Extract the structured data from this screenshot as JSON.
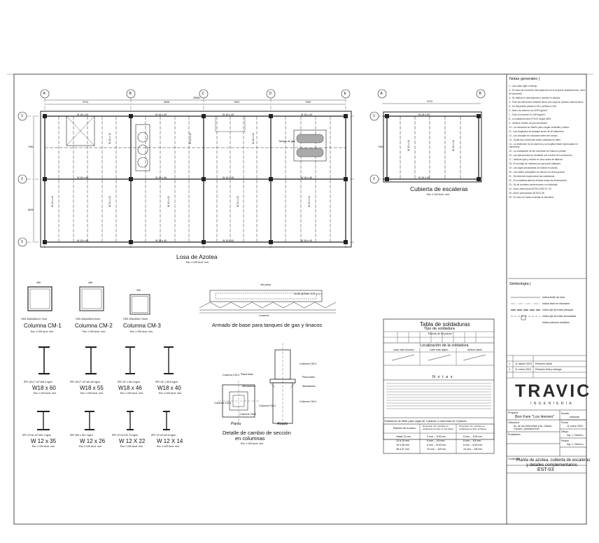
{
  "plan": {
    "main_title": "Losa de Azotea",
    "stair_title": "Cubierta de escaleras",
    "scale_note": "Esc 1:100 Acot. mm.",
    "axes_letters": [
      "A",
      "B",
      "C",
      "D",
      "E"
    ],
    "stair_axes_letters": [
      "A",
      "B"
    ],
    "axes_numbers": [
      "1",
      "2",
      "3"
    ],
    "dims_top": [
      "9724",
      "4636",
      "7600",
      "7000"
    ],
    "dim_overall": "28960",
    "stair_dim": "9724",
    "dims_side": [
      "7962",
      "8000"
    ],
    "stair_side_dim": "7962",
    "beam_labels": [
      "W 18 x 40",
      "W 12 x 22",
      "W 18 x 46",
      "W 12 x 14",
      "W 18 x 55",
      "W 18 x 60"
    ],
    "tank_label": "Tanque de gas"
  },
  "columns": [
    {
      "spec": "HSS 406x406x12.7mm.",
      "name": "Columna CM-1",
      "scale": "Esc 1:100 Acot. mm.",
      "dim": "406"
    },
    {
      "spec": "HSS 406x406x9.5mm.",
      "name": "Columna CM-2",
      "scale": "Esc 1:100 Acot. mm.",
      "dim": "406"
    },
    {
      "spec": "HSS 305x305x7.9mm",
      "name": "Columna CM-3",
      "scale": "Esc 1:100 Acot. mm.",
      "dim": "305"
    }
  ],
  "beams_row1": [
    {
      "spec": "IPR 18\"x7 1/2\"x89.2 kg/m",
      "name": "W18 x 60",
      "scale": "Esc 1:100 Acot. mm."
    },
    {
      "spec": "IPR 18\"x7 1/2\"x81.84 kg/m",
      "name": "W18 x 55",
      "scale": "Esc 1:100 Acot. mm."
    },
    {
      "spec": "IPR 18\" x 68.4 kg/m",
      "name": "W18 x 46",
      "scale": "Esc 1:100 Acot. mm."
    },
    {
      "spec": "IPR 18\" x 59.8 kg/m",
      "name": "W18 x 40",
      "scale": "Esc 1:100 Acot. mm."
    }
  ],
  "beams_row2": [
    {
      "spec": "IPR 12\"x6 1/2\"x52.1 kg/m",
      "name": "W 12 x 35",
      "scale": "Esc 1:100 Acot. mm."
    },
    {
      "spec": "IPR 305 x 38.7 kg/m",
      "name": "W 12 x 26",
      "scale": "Esc 1:100 Acot. mm."
    },
    {
      "spec": "IPR 12\"x4\"x32.74 kg/m",
      "name": "W 12 X 22",
      "scale": "Esc 1:100 Acot. mm."
    },
    {
      "spec": "IPR 12\"x4\"x20.8 kg/m",
      "name": "W 12 X 14",
      "scale": "Esc 1:100 Acot. mm."
    }
  ],
  "tank_base": {
    "title": "Armado de base para tanques de gas y tinacos",
    "beam_note": "Var plana",
    "rebar_note": "16.80 @20cm. A.S. y A.I.",
    "bottom_note": "Losacero"
  },
  "section_change": {
    "title": "Detalle de cambio de sección",
    "title2": "en columnas",
    "scale": "Esc 1:100 Acot. mm.",
    "plan_label": "Planta",
    "elev_label": "Alzado",
    "labels": [
      "Columna CM-3",
      "Columna CM-2",
      "Columna CM-3",
      "Columna CM-2",
      "Placa base",
      "Placa base",
      "Atiesadores",
      "Atiesadores",
      "Columna CM-3",
      "Columna CM-2"
    ]
  },
  "weld_table": {
    "title": "Tabla de soldaduras",
    "subtitle": "Tipo de soldadura",
    "symbols_label": "Ranura de los planos",
    "location_title": "Localización de la soldadura",
    "side_labels": [
      "Lado más cercano",
      "Lado más lejano",
      "Ambos lados"
    ],
    "notes_title": "N o t a s",
    "rails_title": "Soldadura de filete para vigas de 3 placas ó columnas de 4 placas",
    "rails_headers": [
      "Espesor de la placa",
      "Dimensión mín. del filete en soldaduras de filete (1 solo filete)",
      "Dimensión mín. del filete en soldaduras de filete (2 filetes)"
    ],
    "rails_rows": [
      [
        "Hasta 13 mm",
        "5 mm -- 3/16 mm",
        "5 mm -- 3/16 mm"
      ],
      [
        "13 a 19 mm",
        "6 mm -- 1/4 mm",
        "6 mm -- 1/4 mm"
      ],
      [
        "19 a 38 mm",
        "8 mm -- 5/16 mm",
        "8 mm -- 5/16 mm"
      ],
      [
        "38 a 57 mm",
        "10 mm -- 3/8 mm",
        "10 mm -- 3/8 mm"
      ]
    ]
  },
  "notes": {
    "title": "Notas generales |",
    "items": [
      "1.- Las cotas rigen al dibujo.",
      "2.- En caso de encontrar discrepancia con el proyecto arquitectónico, favor de reportarlo.",
      "3.- Se ratifica en dimensiones y niveles en dibujos.",
      "4.- Todo los elementos deberán llevar una capa de primario anticorrosivo.",
      "5.- Se emplearán placas A-36 y tornillos A-325.",
      "6.- Acero de refuerzo fy=4200 kg/cm2.",
      "7.- Todo el concreto f'c=250 kg/cm2.",
      "8.- La soldadura será E70XX según AWS.",
      "9.- Verificar niveles de piso terminado.",
      "10.- La estructura se diseñó para cargas verticales y sismo.",
      "11.- Las longitudes de traslape serán de 40 diámetros.",
      "12.- Los anclajes se colocarán antes del colado.",
      "13.- Todas las conexiones serán soldadas en taller.",
      "14.- La dimensión de la columna y su longitud están expresadas en milímetros.",
      "15.- La localización de las columnas se indica en planta.",
      "16.- Las placas base se nivelarán con mortero sin contracción.",
      "17.- Verificar ejes y niveles en obra antes de fabricar.",
      "18.- El montaje se realizará por personal calificado.",
      "19.- Las vigas secundarias se indican en planta.",
      "20.- Las trabes principales se indican con línea gruesa.",
      "21.- Se deberán inspeccionar las soldaduras.",
      "22.- El contratista deberá verificar todas las dimensiones.",
      "23.- No se permiten perforaciones no indicadas.",
      "24.- Acero estructural ASTM A-992 Gr. 50.",
      "25.- Acero para placas ASTM A-36.",
      "26.- En caso de duda consultar al calculista."
    ]
  },
  "legend": {
    "title": "Simbología |",
    "items": [
      "Indica límite de losa",
      "Indica nivel en elevación",
      "Indica eje de trabe principal",
      "Indica eje de trabe secundaria",
      "Indica columna metálica"
    ]
  },
  "revisions": {
    "rows": [
      [
        "1",
        "11 diciem 2023",
        "Revisión inicial"
      ],
      [
        "2",
        "11 enero 2024",
        "Revisión final y entrega"
      ]
    ]
  },
  "title_block": {
    "brand": "TRAVIC",
    "brand_sub": "INGENIERÍA",
    "project_label": "Proyecto:",
    "project": "Bon Fare \"Los Heroes\"",
    "location_label": "Ubicación:",
    "location": "Av. de los Horizontes y Av. Cabral, Cancún, Quintana Roo",
    "owner_label": "Propietario:",
    "content_label": "Contenido:",
    "content1": "Planta de azotea, cubierta de escaleras",
    "content2": "y detalles complementarios",
    "sheet": "EST-03",
    "side_fields": [
      "Escala",
      "Indicada",
      "Fecha",
      "11 enero 2024",
      "Dibujó",
      "Ing. J. Olvera L.",
      "Revisó",
      "Ing. J. Olvera L."
    ]
  }
}
